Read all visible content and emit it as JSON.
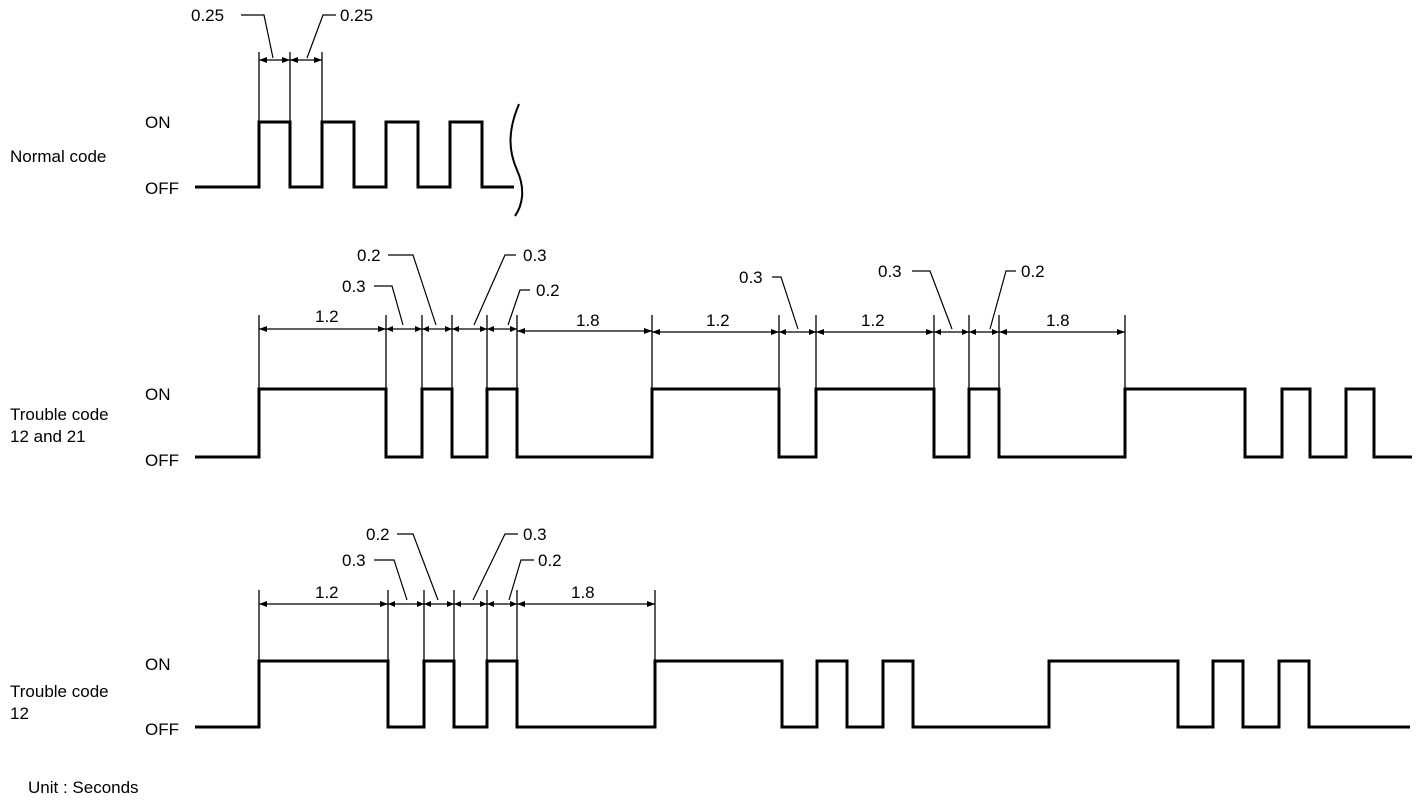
{
  "diagram": {
    "unit_label": "Unit : Seconds",
    "rows": [
      {
        "id": "normal",
        "title_lines": [
          "Normal code"
        ],
        "on_label": "ON",
        "off_label": "OFF",
        "dims": [
          {
            "label": "0.25"
          },
          {
            "label": "0.25"
          }
        ]
      },
      {
        "id": "trouble-12-21",
        "title_lines": [
          "Trouble code",
          "12 and 21"
        ],
        "on_label": "ON",
        "off_label": "OFF",
        "dims": [
          {
            "label": "1.2"
          },
          {
            "label": "0.3"
          },
          {
            "label": "0.2"
          },
          {
            "label": "0.3"
          },
          {
            "label": "0.2"
          },
          {
            "label": "1.8"
          },
          {
            "label": "1.2"
          },
          {
            "label": "0.3"
          },
          {
            "label": "1.2"
          },
          {
            "label": "0.3"
          },
          {
            "label": "0.2"
          },
          {
            "label": "1.8"
          }
        ]
      },
      {
        "id": "trouble-12",
        "title_lines": [
          "Trouble code",
          "12"
        ],
        "on_label": "ON",
        "off_label": "OFF",
        "dims": [
          {
            "label": "1.2"
          },
          {
            "label": "0.3"
          },
          {
            "label": "0.2"
          },
          {
            "label": "0.3"
          },
          {
            "label": "0.2"
          },
          {
            "label": "1.8"
          }
        ]
      }
    ]
  }
}
